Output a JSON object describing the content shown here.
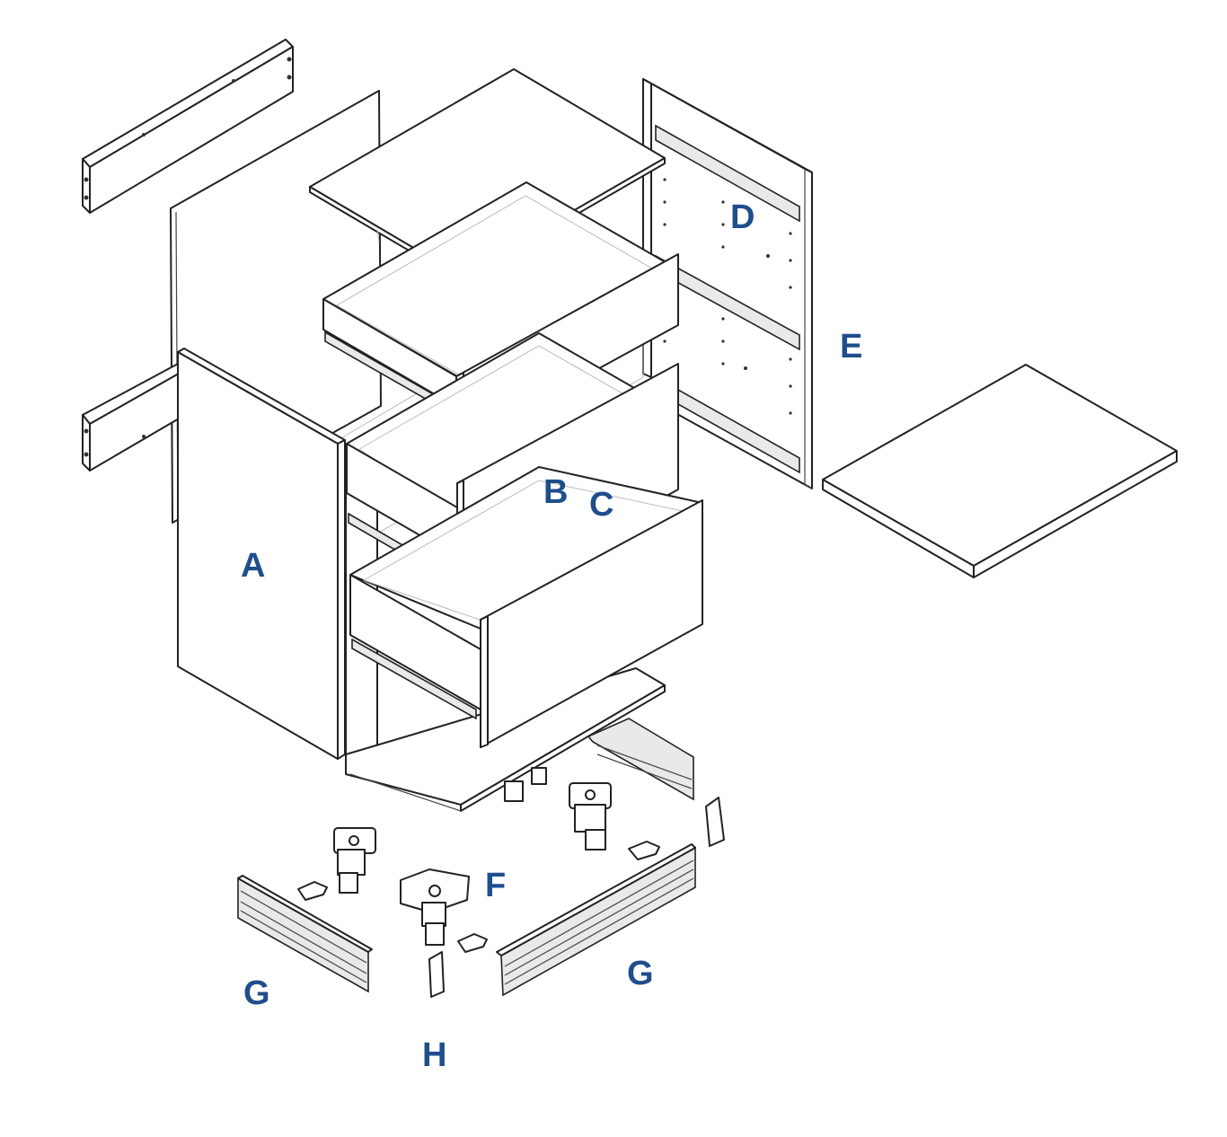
{
  "diagram": {
    "label_color": "#1f4e8c",
    "labels": {
      "a": "A",
      "b": "B",
      "c": "C",
      "d": "D",
      "e": "E",
      "f": "F",
      "g_left": "G",
      "g_right": "G",
      "h": "H"
    }
  }
}
